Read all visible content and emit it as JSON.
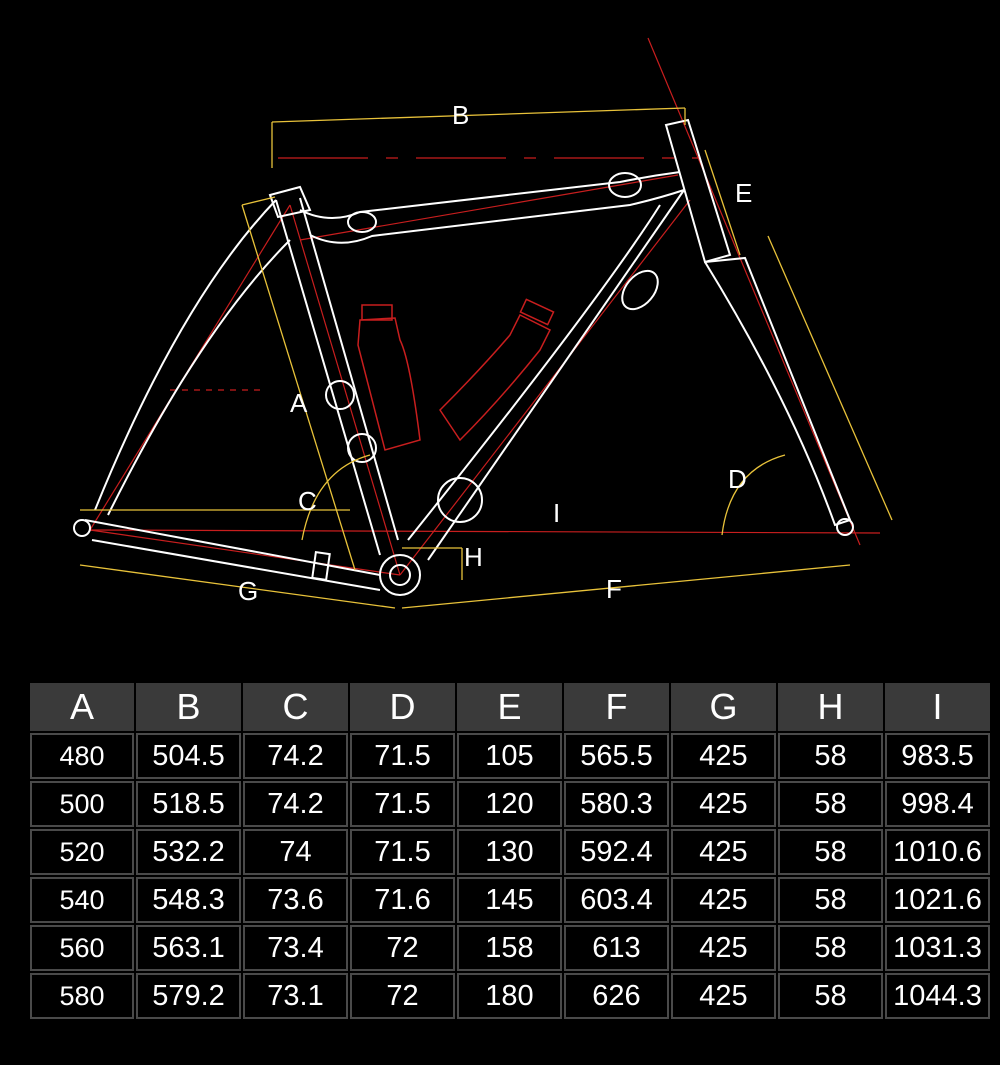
{
  "diagram": {
    "labels": {
      "A": "A",
      "B": "B",
      "C": "C",
      "D": "D",
      "E": "E",
      "F": "F",
      "G": "G",
      "H": "H",
      "I": "I"
    },
    "colors": {
      "frame": "#ffffff",
      "dimension": "#e8c23a",
      "centerline": "#c81e1e"
    }
  },
  "table": {
    "headers": [
      "A",
      "B",
      "C",
      "D",
      "E",
      "F",
      "G",
      "H",
      "I"
    ],
    "rows": [
      [
        "480",
        "504.5",
        "74.2",
        "71.5",
        "105",
        "565.5",
        "425",
        "58",
        "983.5"
      ],
      [
        "500",
        "518.5",
        "74.2",
        "71.5",
        "120",
        "580.3",
        "425",
        "58",
        "998.4"
      ],
      [
        "520",
        "532.2",
        "74",
        "71.5",
        "130",
        "592.4",
        "425",
        "58",
        "1010.6"
      ],
      [
        "540",
        "548.3",
        "73.6",
        "71.6",
        "145",
        "603.4",
        "425",
        "58",
        "1021.6"
      ],
      [
        "560",
        "563.1",
        "73.4",
        "72",
        "158",
        "613",
        "425",
        "58",
        "1031.3"
      ],
      [
        "580",
        "579.2",
        "73.1",
        "72",
        "180",
        "626",
        "425",
        "58",
        "1044.3"
      ]
    ]
  }
}
